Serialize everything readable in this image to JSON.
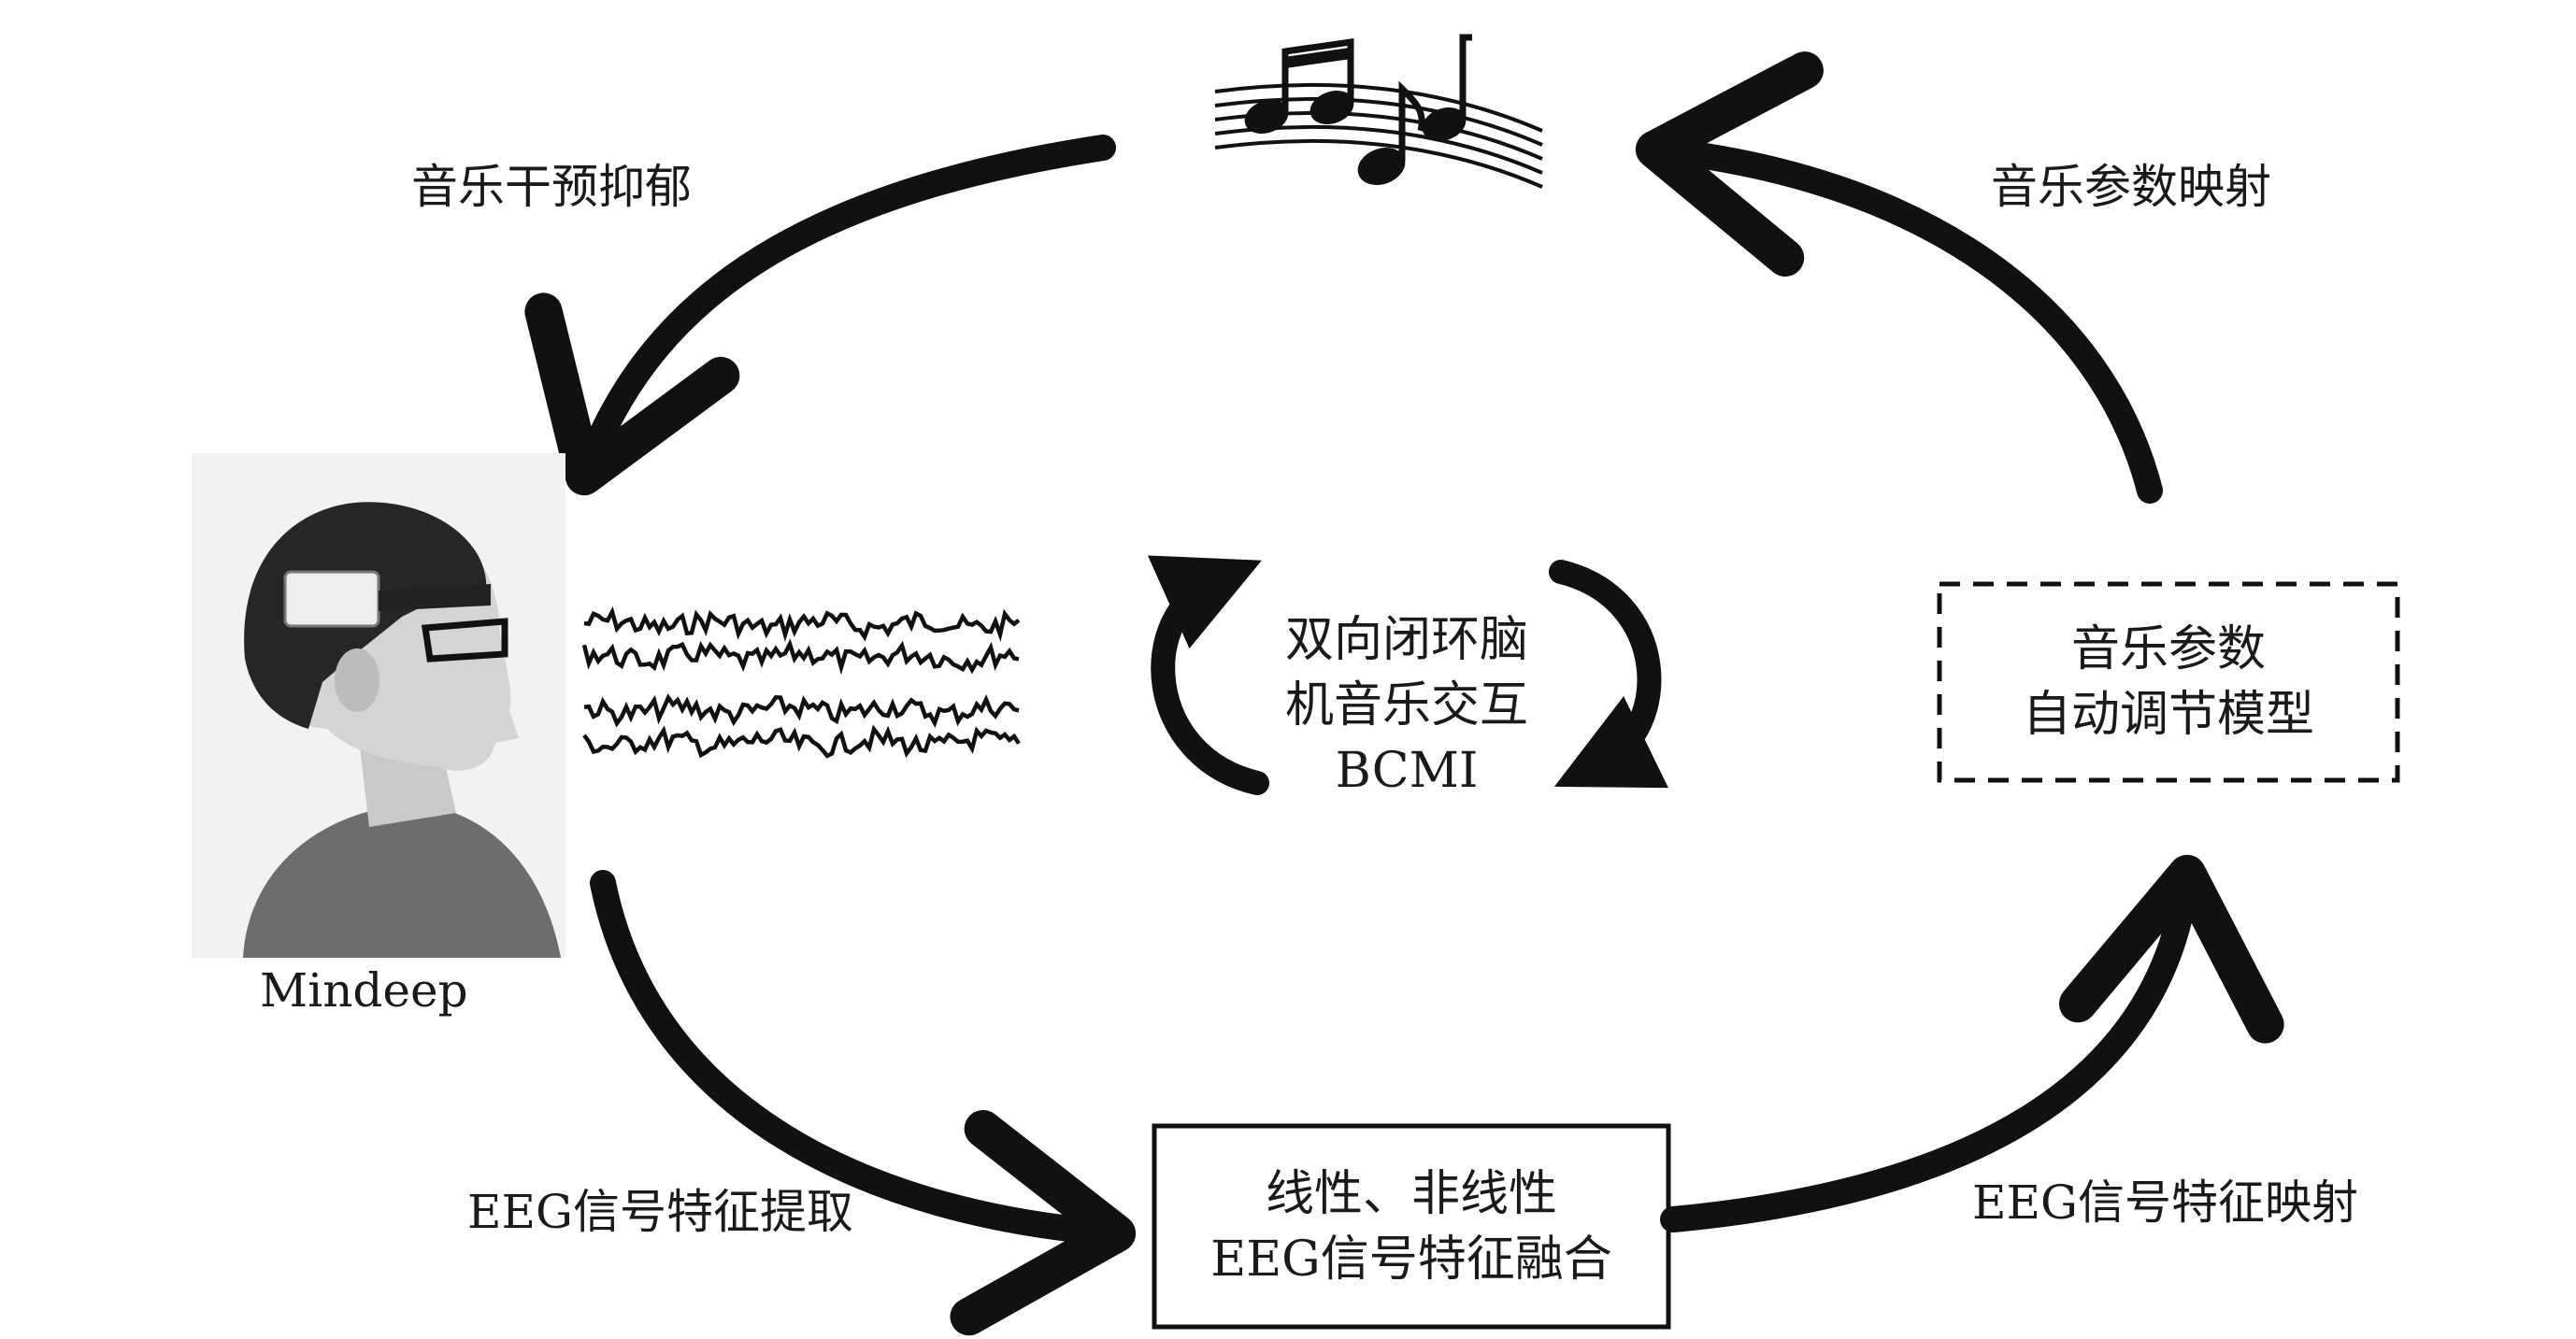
{
  "labels": {
    "music_intervention": "音乐干预抑郁",
    "music_param_mapping": "音乐参数映射",
    "eeg_feature_extract": "EEG信号特征提取",
    "eeg_feature_mapping": "EEG信号特征映射",
    "device_name": "Mindeep"
  },
  "center": {
    "line1": "双向闭环脑",
    "line2": "机音乐交互",
    "line3": "BCMI"
  },
  "fusion_box": {
    "line1": "线性、非线性",
    "line2": "EEG信号特征融合"
  },
  "model_box": {
    "line1": "音乐参数",
    "line2": "自动调节模型"
  },
  "icons": [
    "music-notes-icon",
    "person-with-headband-icon",
    "eeg-waveform-icon",
    "cycle-arrows-icon"
  ]
}
